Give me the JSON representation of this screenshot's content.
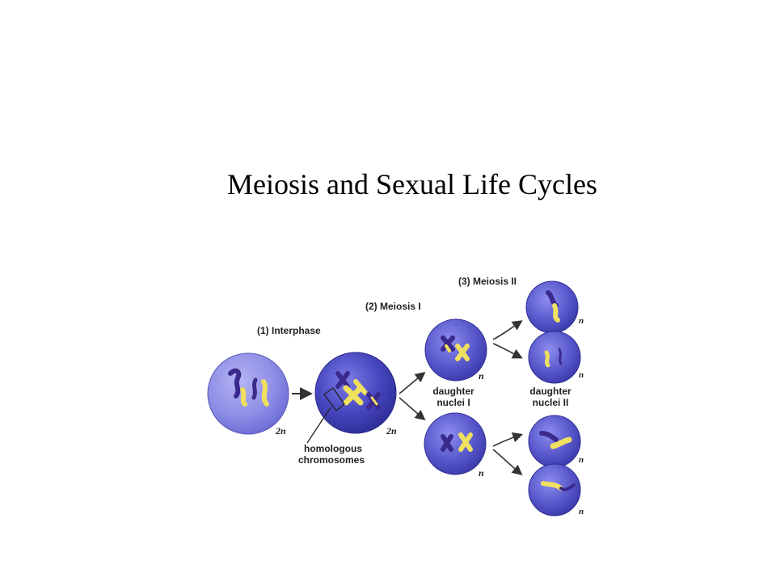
{
  "slide": {
    "title": "Meiosis and Sexual Life Cycles"
  },
  "figure": {
    "stage_labels": {
      "interphase": "(1) Interphase",
      "meiosis_1": "(2) Meiosis I",
      "meiosis_2": "(3) Meiosis II"
    },
    "annotations": {
      "homologous_line1": "homologous",
      "homologous_line2": "chromosomes",
      "daughter_1_line1": "daughter",
      "daughter_1_line2": "nuclei I",
      "daughter_2_line1": "daughter",
      "daughter_2_line2": "nuclei II"
    },
    "ploidy": {
      "diploid": "2n",
      "haploid": "n"
    },
    "colors": {
      "cell_light": "#8f8fe6",
      "cell_dark": "#3a3aa8",
      "cell_mid": "#5c5cd0",
      "chromosome_purple": "#3b2a8c",
      "chromosome_yellow": "#f0e060",
      "arrow": "#333333"
    }
  }
}
